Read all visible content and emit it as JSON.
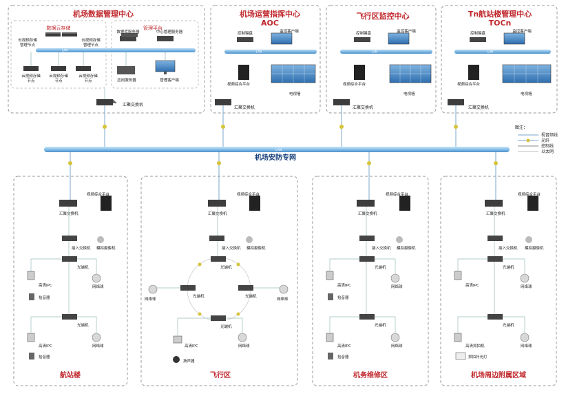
{
  "top_panels": [
    {
      "title": "机场数据管理中心",
      "subtitle": "",
      "sub_groups": [
        {
          "title": "数据云存储",
          "items": [
            "云视频存储管理节点",
            "云视频存储管理节点",
            "云视频存储节点",
            "云视频存储节点",
            "云视频存储节点"
          ]
        },
        {
          "title": "管理平台",
          "items": [
            "数据库服务器",
            "中心管理服务器",
            "应用服务器",
            "管理客户端"
          ]
        }
      ],
      "network_label": "LAN",
      "switch_label": "汇聚交换机"
    },
    {
      "title": "机场运营指挥中心",
      "subtitle": "AOC",
      "items": [
        "控制键盘",
        "监控客户端",
        "视频综合平台",
        "电视墙"
      ],
      "network_label": "LAN",
      "switch_label": "汇聚交换机"
    },
    {
      "title": "飞行区监控中心",
      "subtitle": "",
      "items": [
        "控制键盘",
        "监控客户端",
        "视频综合平台",
        "电视墙"
      ],
      "network_label": "LAN",
      "switch_label": "汇聚交换机"
    },
    {
      "title": "Tn航站楼管理中心",
      "subtitle": "TOCn",
      "items": [
        "控制键盘",
        "监控客户端",
        "视频综合平台",
        "电视墙"
      ],
      "network_label": "LAN",
      "switch_label": "汇聚交换机"
    }
  ],
  "backbone": {
    "network_label": "LAN",
    "name": "机场安防专网"
  },
  "legend": {
    "title": "图注：",
    "items": [
      "视音频线",
      "光纤",
      "控制线",
      "以太网"
    ]
  },
  "bottom_panels": [
    {
      "title": "航站楼",
      "labels": {
        "platform": "视频综合平台",
        "agg_switch": "汇聚交换机",
        "access_switch": "接入交换机",
        "analog_camera": "模拟摄像机",
        "optical_1": "光端机",
        "hd_ipc_1": "高清IPC",
        "dome_1": "网络球",
        "pickup_1": "拾音器",
        "optical_2": "光端机",
        "hd_ipc_2": "高清IPC",
        "dome_2": "网络球",
        "pickup_2": "拾音器"
      }
    },
    {
      "title": "飞行区",
      "labels": {
        "platform": "视频综合平台",
        "agg_switch": "汇聚交换机",
        "access_switch": "接入交换机",
        "analog_camera": "模拟摄像机",
        "ring_top": "光端机",
        "ring_left": "光端机",
        "ring_right": "光端机",
        "ring_bottom": "光端机",
        "dome_left": "网络球",
        "dome_right": "网络球",
        "hd_ipc": "高清IPC",
        "speaker": "扬声器",
        "dome_bottom": "网络球"
      }
    },
    {
      "title": "机务维修区",
      "labels": {
        "platform": "视频综合平台",
        "agg_switch": "汇聚交换机",
        "access_switch": "接入交换机",
        "analog_camera": "模拟摄像机",
        "optical_1": "光端机",
        "hd_ipc_1": "高清IPC",
        "dome_1": "网络球",
        "pickup_1": "拾音器",
        "optical_2": "光端机",
        "hd_ipc_2": "高清IPC",
        "dome_2": "网络球",
        "pickup_2": "拾音器"
      }
    },
    {
      "title": "机场周边附属区域",
      "labels": {
        "platform": "视频综合平台",
        "agg_switch": "汇聚交换机",
        "access_switch": "接入交换机",
        "analog_camera": "模拟摄像机",
        "optical_1": "光端机",
        "hd_ipc_1": "高清IPC",
        "dome_1": "网络球",
        "optical_2": "光端机",
        "capture": "高清抓拍机",
        "dome_2": "网络球",
        "fill_light": "抓拍补光灯"
      }
    }
  ]
}
